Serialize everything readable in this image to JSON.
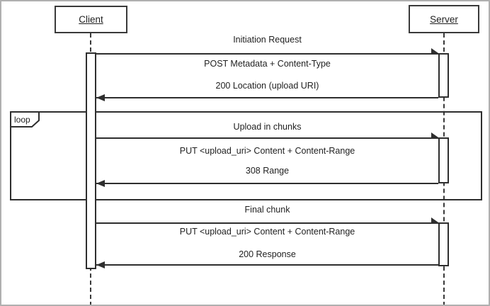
{
  "diagram": {
    "type": "uml-sequence-diagram",
    "actors": [
      {
        "name": "Client"
      },
      {
        "name": "Server"
      }
    ],
    "loop_fragment": {
      "operator": "loop"
    },
    "sections": [
      {
        "title": "Initiation Request",
        "request": "POST Metadata + Content-Type",
        "response": "200 Location (upload URI)"
      },
      {
        "title": "Upload in chunks",
        "request": "PUT <upload_uri> Content + Content-Range",
        "response": "308 Range",
        "in_loop": true
      },
      {
        "title": "Final chunk",
        "request": "PUT <upload_uri> Content + Content-Range",
        "response": "200 Response"
      }
    ],
    "colors": {
      "line": "#2e2e2e",
      "frame_border": "#b0b0b0",
      "background": "#ffffff",
      "text": "#1f1f1f"
    }
  }
}
